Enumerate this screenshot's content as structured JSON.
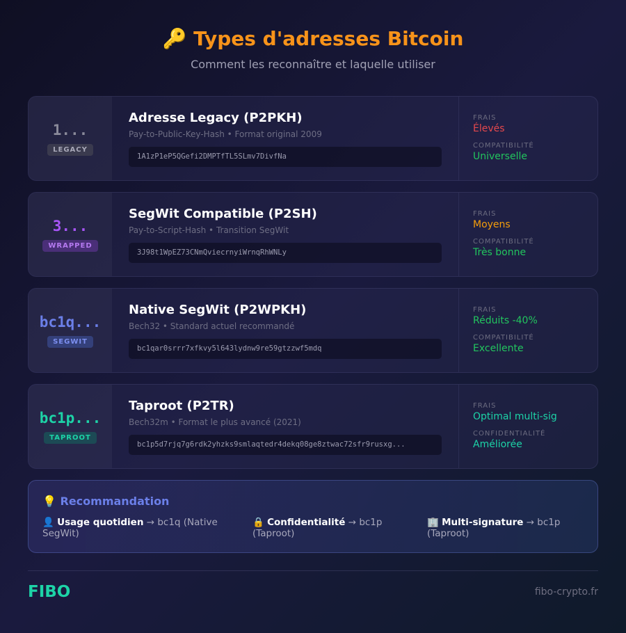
{
  "header": {
    "icon": "🔑",
    "title": "Types d'adresses Bitcoin",
    "subtitle": "Comment les reconnaître et laquelle utiliser"
  },
  "cards": [
    {
      "prefix": "1...",
      "badge": "LEGACY",
      "accent": "#8a8a9a",
      "badge_bg": "#3a3a4e",
      "badge_fg": "#a8a8b8",
      "title": "Adresse Legacy (P2PKH)",
      "subtitle": "Pay-to-Public-Key-Hash • Format original 2009",
      "address": "1A1zP1eP5QGefi2DMPTfTL5SLmv7DivfNa",
      "meta": [
        {
          "label": "FRAIS",
          "value": "Élevés",
          "color": "#e5484d"
        },
        {
          "label": "COMPATIBILITÉ",
          "value": "Universelle",
          "color": "#22c55e"
        }
      ]
    },
    {
      "prefix": "3...",
      "badge": "WRAPPED",
      "accent": "#a855f7",
      "badge_bg": "#4a2f78",
      "badge_fg": "#b57af0",
      "title": "SegWit Compatible (P2SH)",
      "subtitle": "Pay-to-Script-Hash • Transition SegWit",
      "address": "3J98t1WpEZ73CNmQviecrnyiWrnqRhWNLy",
      "meta": [
        {
          "label": "FRAIS",
          "value": "Moyens",
          "color": "#f59e0b"
        },
        {
          "label": "COMPATIBILITÉ",
          "value": "Très bonne",
          "color": "#22c55e"
        }
      ]
    },
    {
      "prefix": "bc1q...",
      "badge": "SEGWIT",
      "accent": "#6b7fe8",
      "badge_bg": "#34407a",
      "badge_fg": "#7d8ff0",
      "title": "Native SegWit (P2WPKH)",
      "subtitle": "Bech32 • Standard actuel recommandé",
      "address": "bc1qar0srrr7xfkvy5l643lydnw9re59gtzzwf5mdq",
      "meta": [
        {
          "label": "FRAIS",
          "value": "Réduits -40%",
          "color": "#22c55e"
        },
        {
          "label": "COMPATIBILITÉ",
          "value": "Excellente",
          "color": "#22c55e"
        }
      ]
    },
    {
      "prefix": "bc1p...",
      "badge": "TAPROOT",
      "accent": "#1dd3a7",
      "badge_bg": "#1c4a55",
      "badge_fg": "#1dd3a7",
      "title": "Taproot (P2TR)",
      "subtitle": "Bech32m • Format le plus avancé (2021)",
      "address": "bc1p5d7rjq7g6rdk2yhzks9smlaqtedr4dekq08ge8ztwac72sfr9rusxg...",
      "meta": [
        {
          "label": "FRAIS",
          "value": "Optimal multi-sig",
          "color": "#1dd3a7"
        },
        {
          "label": "CONFIDENTIALITÉ",
          "value": "Améliorée",
          "color": "#1dd3a7"
        }
      ]
    }
  ],
  "recommendation": {
    "icon": "💡",
    "title": "Recommandation",
    "items": [
      {
        "icon": "👤",
        "label": "Usage quotidien",
        "arrow": "→",
        "value": "bc1q (Native SegWit)"
      },
      {
        "icon": "🔒",
        "label": "Confidentialité",
        "arrow": "→",
        "value": "bc1p (Taproot)"
      },
      {
        "icon": "🏢",
        "label": "Multi-signature",
        "arrow": "→",
        "value": "bc1p (Taproot)"
      }
    ]
  },
  "footer": {
    "logo": "FIBO",
    "site": "fibo-crypto.fr"
  }
}
